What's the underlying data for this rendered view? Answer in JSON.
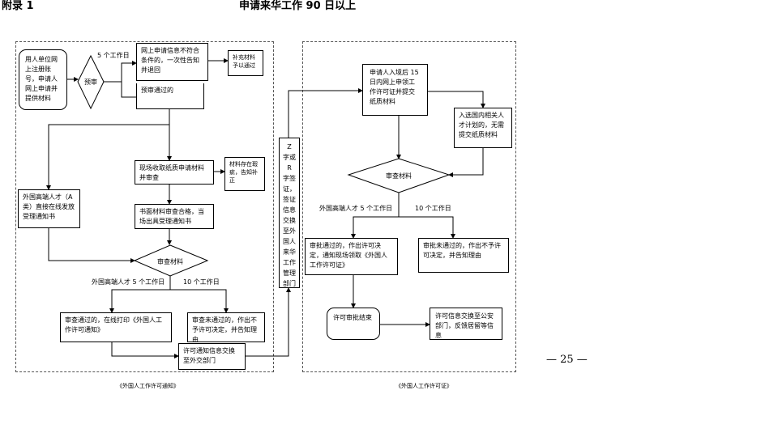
{
  "header": {
    "appendix": "附录 1",
    "title": "申请来华工作 90 日以上"
  },
  "left": {
    "employer_register": "用人单位网上注册账号，申请人网上申请并提供材料",
    "days_5": "5 个工作日",
    "precheck": "预审",
    "online_fail": "网上申请信息不符合条件的，一次性告知并退回",
    "not_accepted": "补充材料予以通过",
    "precheck_pass": "预审通过的",
    "collect_paper": "现场收取纸质申请材料并审查",
    "material_missing": "材料存在瑕疵，告知补正",
    "class_a": "外国高端人才（A 类）直接在线发放受理通知书",
    "paper_ok": "书面材料审查合格，当场出具受理通知书",
    "review": "审查材料",
    "high_5": "外国高端人才 5 个工作日",
    "days_10": "10 个工作日",
    "approved": "审查通过的，在线打印《外国人工作许可通知》",
    "rejected": "审查未通过的，作出不予许可决定，并告知理由",
    "info_exchange": "许可通知信息交换至外交部门",
    "caption": "《外国人工作许可通知》"
  },
  "middle": {
    "z_visa": "Z 字或 R 字签证，签证信息交换至外国人来华工作管理部门"
  },
  "right": {
    "apply_entry": "申请人入境后 15 日内网上申领工作许可证并提交纸质材料",
    "talent_plan": "入选国内相关人才计划的，无需提交纸质材料",
    "review": "审查材料",
    "high_5": "外国高端人才 5 个工作日",
    "days_10": "10 个工作日",
    "approved": "审批通过的，作出许可决定，通知现场领取《外国人工作许可证》",
    "rejected": "审批未通过的，作出不予许可决定，并告知理由",
    "end": "许可审批结束",
    "police_exchange": "许可信息交换至公安部门，反馈居留等信息",
    "caption": "《外国人工作许可证》"
  },
  "page_number": "— 25 —"
}
